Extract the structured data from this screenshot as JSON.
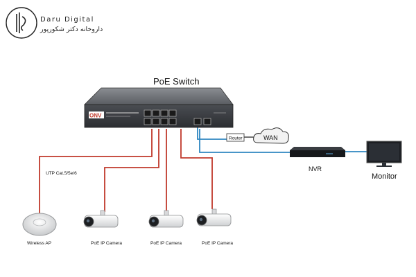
{
  "brand": {
    "logo_icon": "dl-monogram-logo",
    "name_en": "Daru Digital",
    "name_fa": "داروخانه دکتر شکورپور"
  },
  "diagram": {
    "title": "PoE Switch",
    "switch_logo": "ONV",
    "cable_label": "UTP Cat.5/5e/6",
    "router_label": "Router",
    "wan_label": "WAN",
    "nvr_label": "NVR",
    "monitor_label": "Monitor",
    "devices": [
      {
        "label": "Wireless AP",
        "icon": "wireless-ap-icon"
      },
      {
        "label": "PoE IP Camera",
        "icon": "ip-camera-icon"
      },
      {
        "label": "PoE IP Camera",
        "icon": "ip-camera-icon"
      },
      {
        "label": "PoE IP Camera",
        "icon": "ip-camera-icon"
      }
    ],
    "colors": {
      "poe_cable": "#c0392b",
      "uplink_cable": "#2e86c1",
      "switch_body": "#3a3d42"
    }
  }
}
